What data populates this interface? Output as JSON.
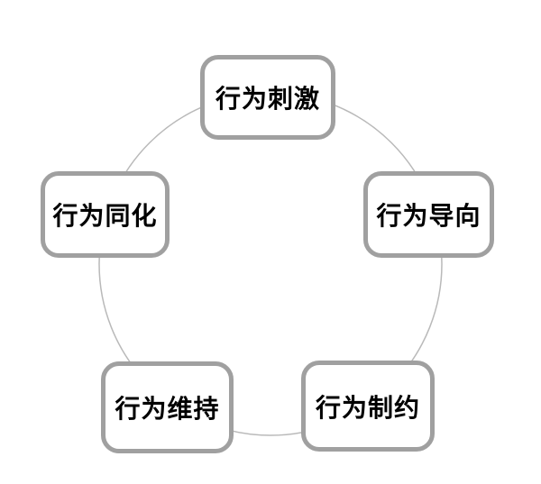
{
  "diagram": {
    "type": "cycle-diagram",
    "description": "Five-stage behavior cycle: rounded nodes placed on a circle",
    "nodes": [
      {
        "position": "top",
        "label": "行为刺激"
      },
      {
        "position": "right",
        "label": "行为导向"
      },
      {
        "position": "bottom-right",
        "label": "行为制约"
      },
      {
        "position": "bottom-left",
        "label": "行为维持"
      },
      {
        "position": "left",
        "label": "行为同化"
      }
    ],
    "connector": {
      "shape": "circle",
      "stroke_color": "#b9b9b9",
      "stroke_width": "1.5"
    },
    "colors": {
      "box_border": "#a0a0a0",
      "box_fill": "#ffffff",
      "text": "#000000",
      "background": "#ffffff"
    }
  }
}
